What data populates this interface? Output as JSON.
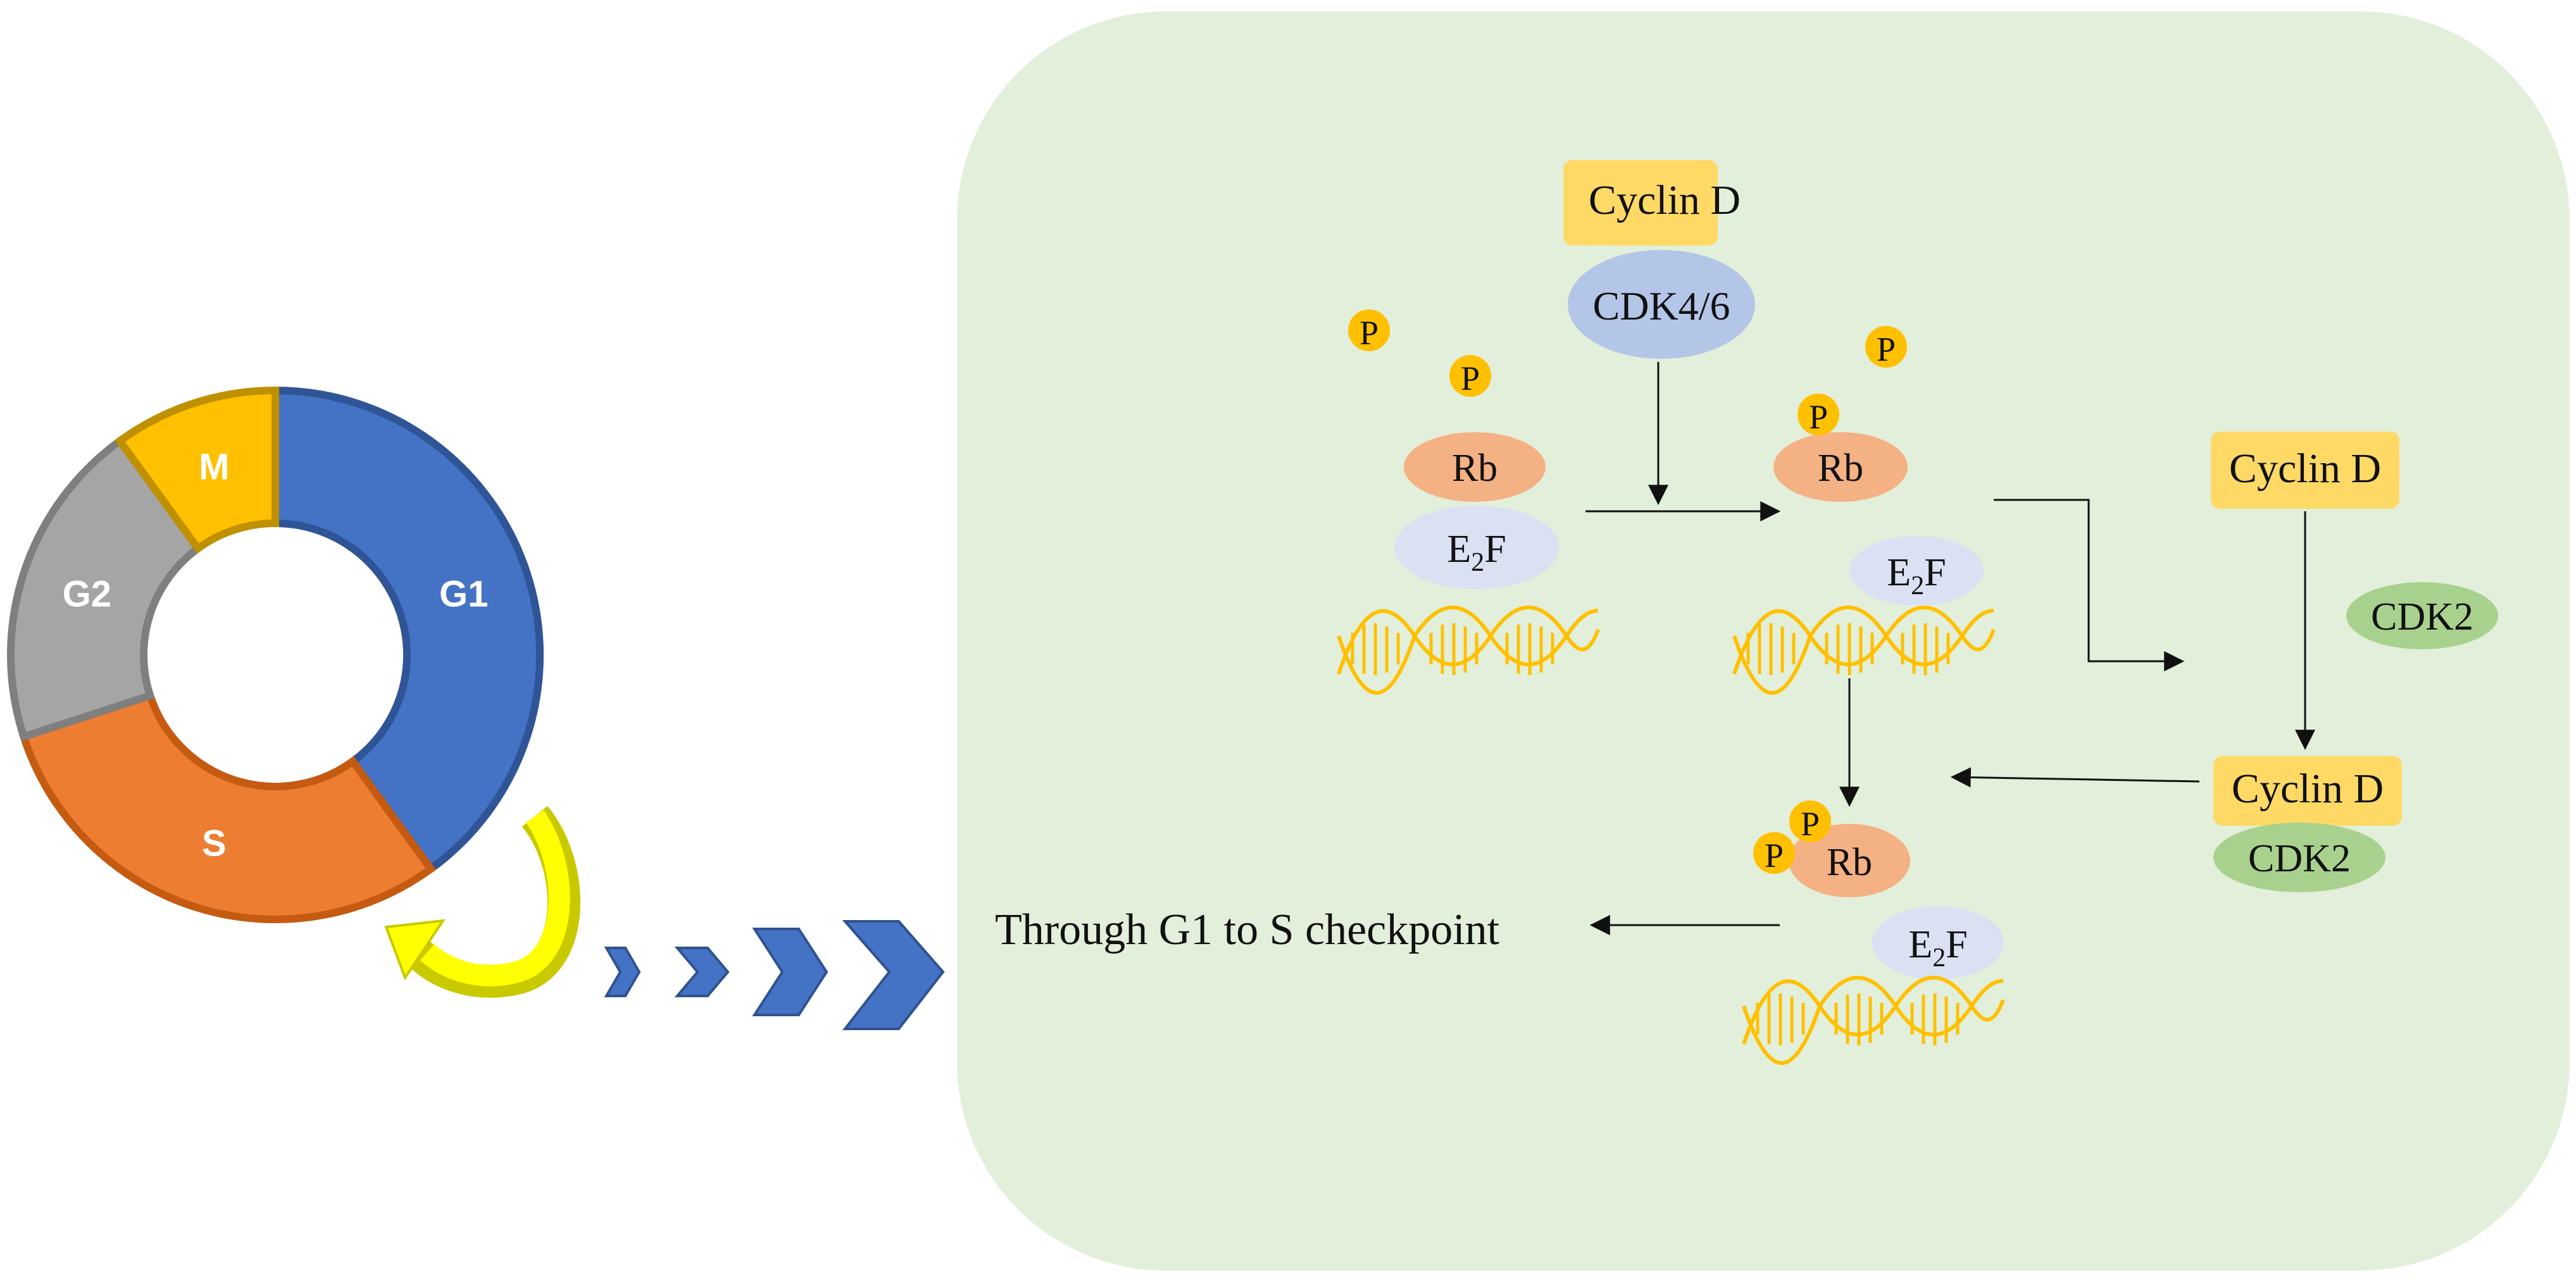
{
  "colors": {
    "panel_bg": "#e2efda",
    "g1": "#4472c4",
    "s": "#ed7d31",
    "g2": "#a5a5a5",
    "m": "#ffc000",
    "cyclin": "#ffd966",
    "cdk46": "#b4c6e7",
    "cdk2": "#a9d18e",
    "rb": "#f4b183",
    "e2f": "#d9e1f2",
    "phosphate": "#ffc000",
    "dna": "#ffc000",
    "chevron": "#4472c4",
    "curved_arrow": "#ffff00"
  },
  "cycle": {
    "phases": [
      {
        "id": "g1",
        "label": "G1",
        "fraction": 0.4
      },
      {
        "id": "s",
        "label": "S",
        "fraction": 0.3
      },
      {
        "id": "g2",
        "label": "G2",
        "fraction": 0.2
      },
      {
        "id": "m",
        "label": "M",
        "fraction": 0.1
      }
    ]
  },
  "panel": {
    "cyclin_d_top": "Cyclin D",
    "cdk46": "CDK4/6",
    "rb": "Rb",
    "e2f_main": "E",
    "e2f_sub": "2",
    "e2f_end": "F",
    "phosphate": "P",
    "cyclin_d_right": "Cyclin D",
    "cdk2_free": "CDK2",
    "cyclin_d_complex": "Cyclin D",
    "cdk2_complex": "CDK2",
    "outcome": "Through G1 to S checkpoint"
  }
}
